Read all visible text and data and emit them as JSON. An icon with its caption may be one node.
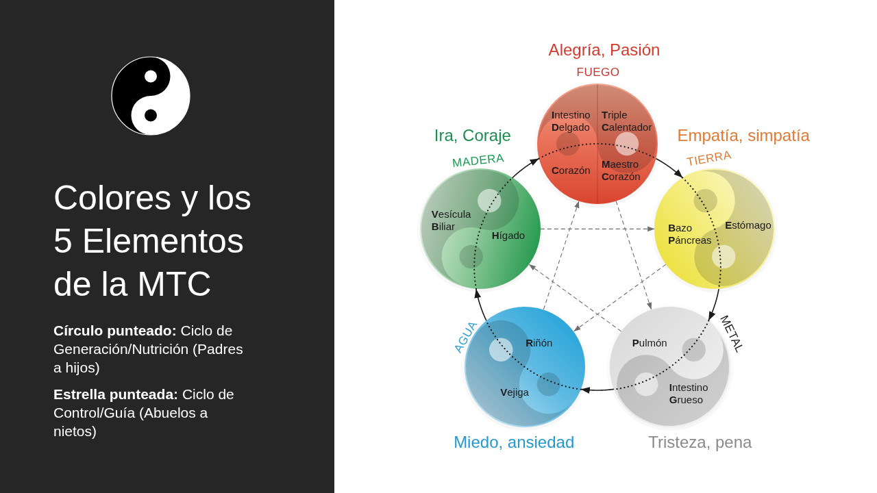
{
  "diagram": {
    "title": "Colores y los 5 Elementos de la MTC",
    "nodes": [
      {
        "text": [
          "FUEGO",
          "**I**ntestino **D**elgado",
          "**T**riple **C**alentador",
          "**C**orazón",
          "**M**aestro **C**orazón"
        ],
        "beside": [
          "Alegría, Pasión"
        ]
      },
      {
        "text": [
          "MADERA",
          "**V**esícula **B**iliar",
          "**H**ígado"
        ],
        "beside": [
          "Ira, Coraje"
        ]
      },
      {
        "text": [
          "TIERRA",
          "**B**azo **P**áncreas",
          "**E**stómago"
        ],
        "beside": [
          "Empatía, simpatía"
        ]
      },
      {
        "text": [
          "AGUA",
          "**R**iñón",
          "**V**ejiga"
        ],
        "beside": [
          "Miedo, ansiedad"
        ]
      },
      {
        "text": [
          "METAL",
          "**P**ulmón",
          "**I**ntestino **G**rueso"
        ],
        "beside": [
          "Tristeza, pena"
        ]
      }
    ],
    "edges": [
      {
        "from": 1,
        "to": 0,
        "arrow": "to"
      },
      {
        "from": 0,
        "to": 2,
        "arrow": "to"
      },
      {
        "from": 2,
        "to": 4,
        "arrow": "to"
      },
      {
        "from": 4,
        "to": 3,
        "arrow": "to"
      },
      {
        "from": 3,
        "to": 1,
        "arrow": "to"
      },
      {
        "from": 0,
        "to": 4,
        "arrow": "to",
        "style": "dashed",
        "color": "#6e6e6e"
      },
      {
        "from": 4,
        "to": 1,
        "arrow": "to",
        "style": "dashed",
        "color": "#6e6e6e"
      },
      {
        "from": 1,
        "to": 2,
        "arrow": "to",
        "style": "dashed",
        "color": "#6e6e6e"
      },
      {
        "from": 2,
        "to": 3,
        "arrow": "to",
        "style": "dashed",
        "color": "#6e6e6e"
      },
      {
        "from": 3,
        "to": 0,
        "arrow": "to",
        "style": "dashed",
        "color": "#6e6e6e"
      }
    ],
    "labels": [
      "**Círculo punteado:** Ciclo de Generación/Nutrición (Padres a hijos)",
      "**Estrella punteada:** Ciclo de Control/Guía (Abuelos a nietos)"
    ]
  }
}
